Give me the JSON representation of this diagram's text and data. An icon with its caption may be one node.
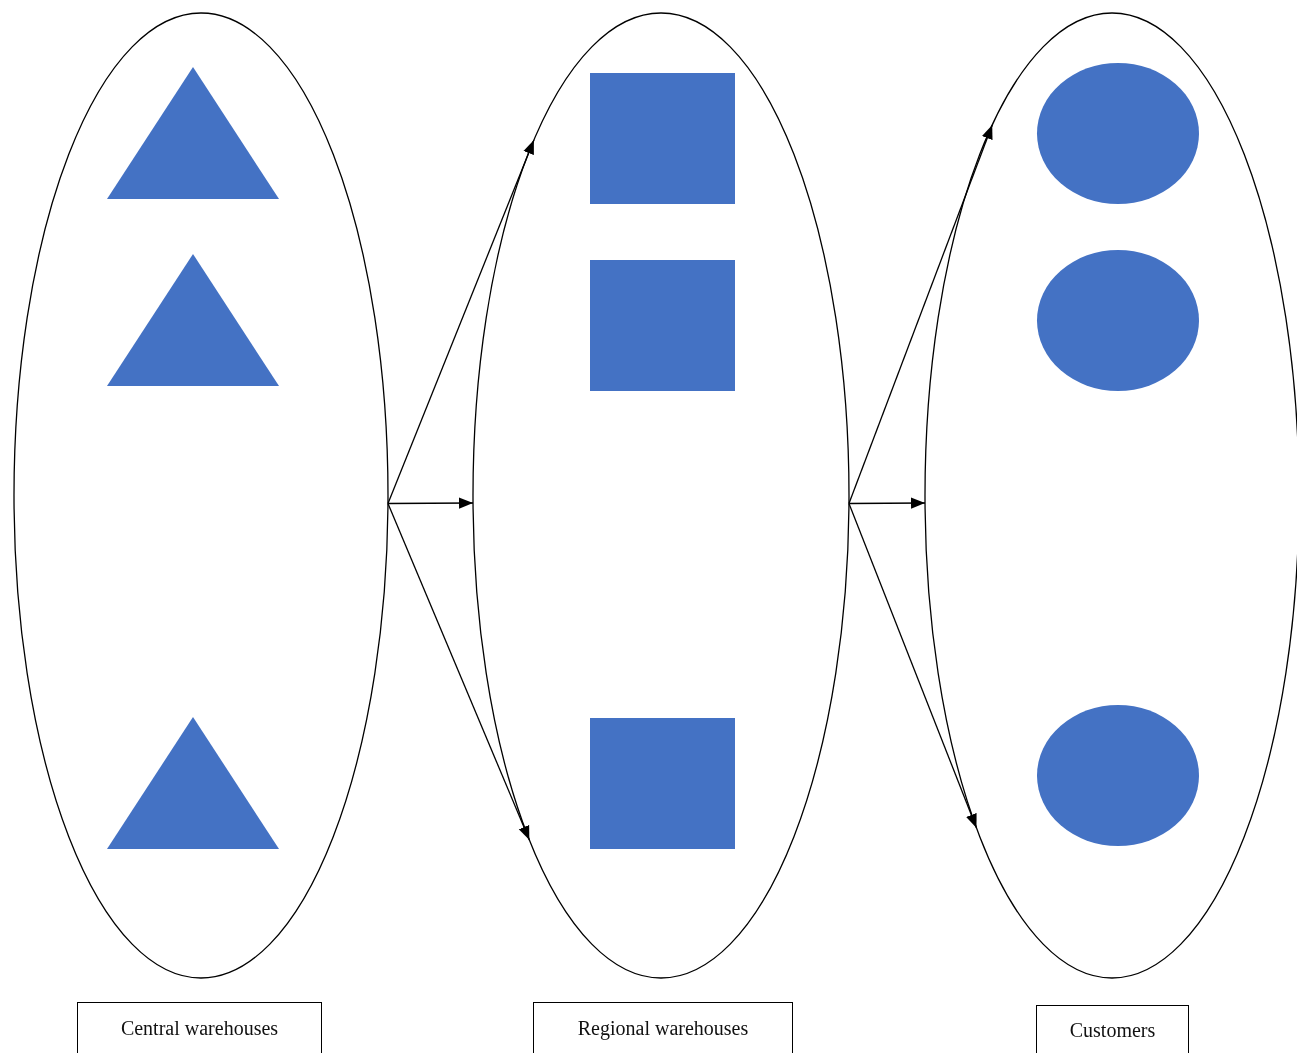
{
  "diagram": {
    "nodes": [
      {
        "text": [],
        "shape": "ellipse"
      },
      {
        "text": [],
        "shape": "triangle",
        "in": 0
      },
      {
        "text": [],
        "shape": "triangle",
        "in": 0
      },
      {
        "text": [],
        "shape": "triangle",
        "in": 0
      },
      {
        "text": [],
        "shape": "ellipse"
      },
      {
        "text": [],
        "shape": "box",
        "in": 4
      },
      {
        "text": [],
        "shape": "box",
        "in": 4
      },
      {
        "text": [],
        "shape": "box",
        "in": 4
      },
      {
        "text": [],
        "shape": "ellipse"
      },
      {
        "text": [],
        "shape": "circle",
        "in": 8
      },
      {
        "text": [],
        "shape": "circle",
        "in": 8
      },
      {
        "text": [],
        "shape": "circle",
        "in": 8
      },
      {
        "text": [
          "Central warehouses"
        ]
      },
      {
        "text": [
          "Regional warehouses"
        ]
      },
      {
        "text": [
          "Customers"
        ]
      }
    ],
    "edges": [
      {
        "from": 0,
        "to": 4,
        "arrow": "to"
      },
      {
        "from": 0,
        "to": 4,
        "arrow": "to"
      },
      {
        "from": 0,
        "to": 4,
        "arrow": "to"
      },
      {
        "from": 4,
        "to": 8,
        "arrow": "to"
      },
      {
        "from": 4,
        "to": 8,
        "arrow": "to"
      },
      {
        "from": 4,
        "to": 8,
        "arrow": "to"
      }
    ]
  }
}
